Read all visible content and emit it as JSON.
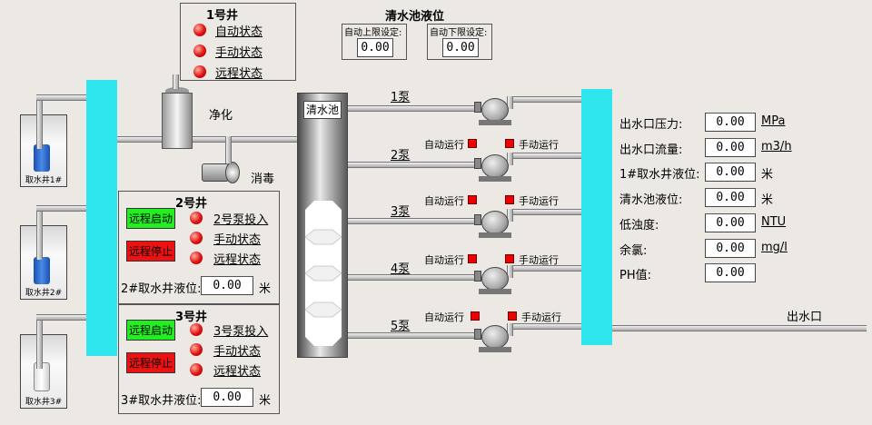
{
  "tank": {
    "title": "清水池液位",
    "label": "清水池",
    "upper_label": "自动上限设定:",
    "upper_value": "0.00",
    "lower_label": "自动下限设定:",
    "lower_value": "0.00"
  },
  "well1": {
    "title": "1号井",
    "status": [
      "自动状态",
      "手动状态",
      "远程状态"
    ]
  },
  "well2": {
    "title": "2号井",
    "start": "远程启动",
    "stop": "远程停止",
    "status": [
      "2号泵投入",
      "手动状态",
      "远程状态"
    ],
    "level_label": "2#取水井液位:",
    "level_value": "0.00",
    "unit": "米"
  },
  "well3": {
    "title": "3号井",
    "start": "远程启动",
    "stop": "远程停止",
    "status": [
      "3号泵投入",
      "手动状态",
      "远程状态"
    ],
    "level_label": "3#取水井液位:",
    "level_value": "0.00",
    "unit": "米"
  },
  "process": {
    "purify": "净化",
    "disinfect": "消毒",
    "outlet": "出水口"
  },
  "wells": [
    "取水井1#",
    "取水井2#",
    "取水井3#"
  ],
  "pumps": [
    {
      "name": "1泵"
    },
    {
      "name": "2泵",
      "auto": "自动运行",
      "manual": "手动运行"
    },
    {
      "name": "3泵",
      "auto": "自动运行",
      "manual": "手动运行"
    },
    {
      "name": "4泵",
      "auto": "自动运行",
      "manual": "手动运行"
    },
    {
      "name": "5泵",
      "auto": "自动运行",
      "manual": "手动运行"
    }
  ],
  "readings": [
    {
      "label": "出水口压力:",
      "value": "0.00",
      "unit": "MPa"
    },
    {
      "label": "出水口流量:",
      "value": "0.00",
      "unit": "m3/h"
    },
    {
      "label": "1#取水井液位:",
      "value": "0.00",
      "unit": "米"
    },
    {
      "label": "清水池液位:",
      "value": "0.00",
      "unit": "米"
    },
    {
      "label": "低浊度:",
      "value": "0.00",
      "unit": "NTU"
    },
    {
      "label": "余氯:",
      "value": "0.00",
      "unit": "mg/l"
    },
    {
      "label": "PH值:",
      "value": "0.00",
      "unit": ""
    }
  ],
  "colors": {
    "header_cyan": "#2fe6ee",
    "led_red": "#e01010",
    "btn_green": "#22ee22",
    "btn_red": "#ee1111"
  }
}
